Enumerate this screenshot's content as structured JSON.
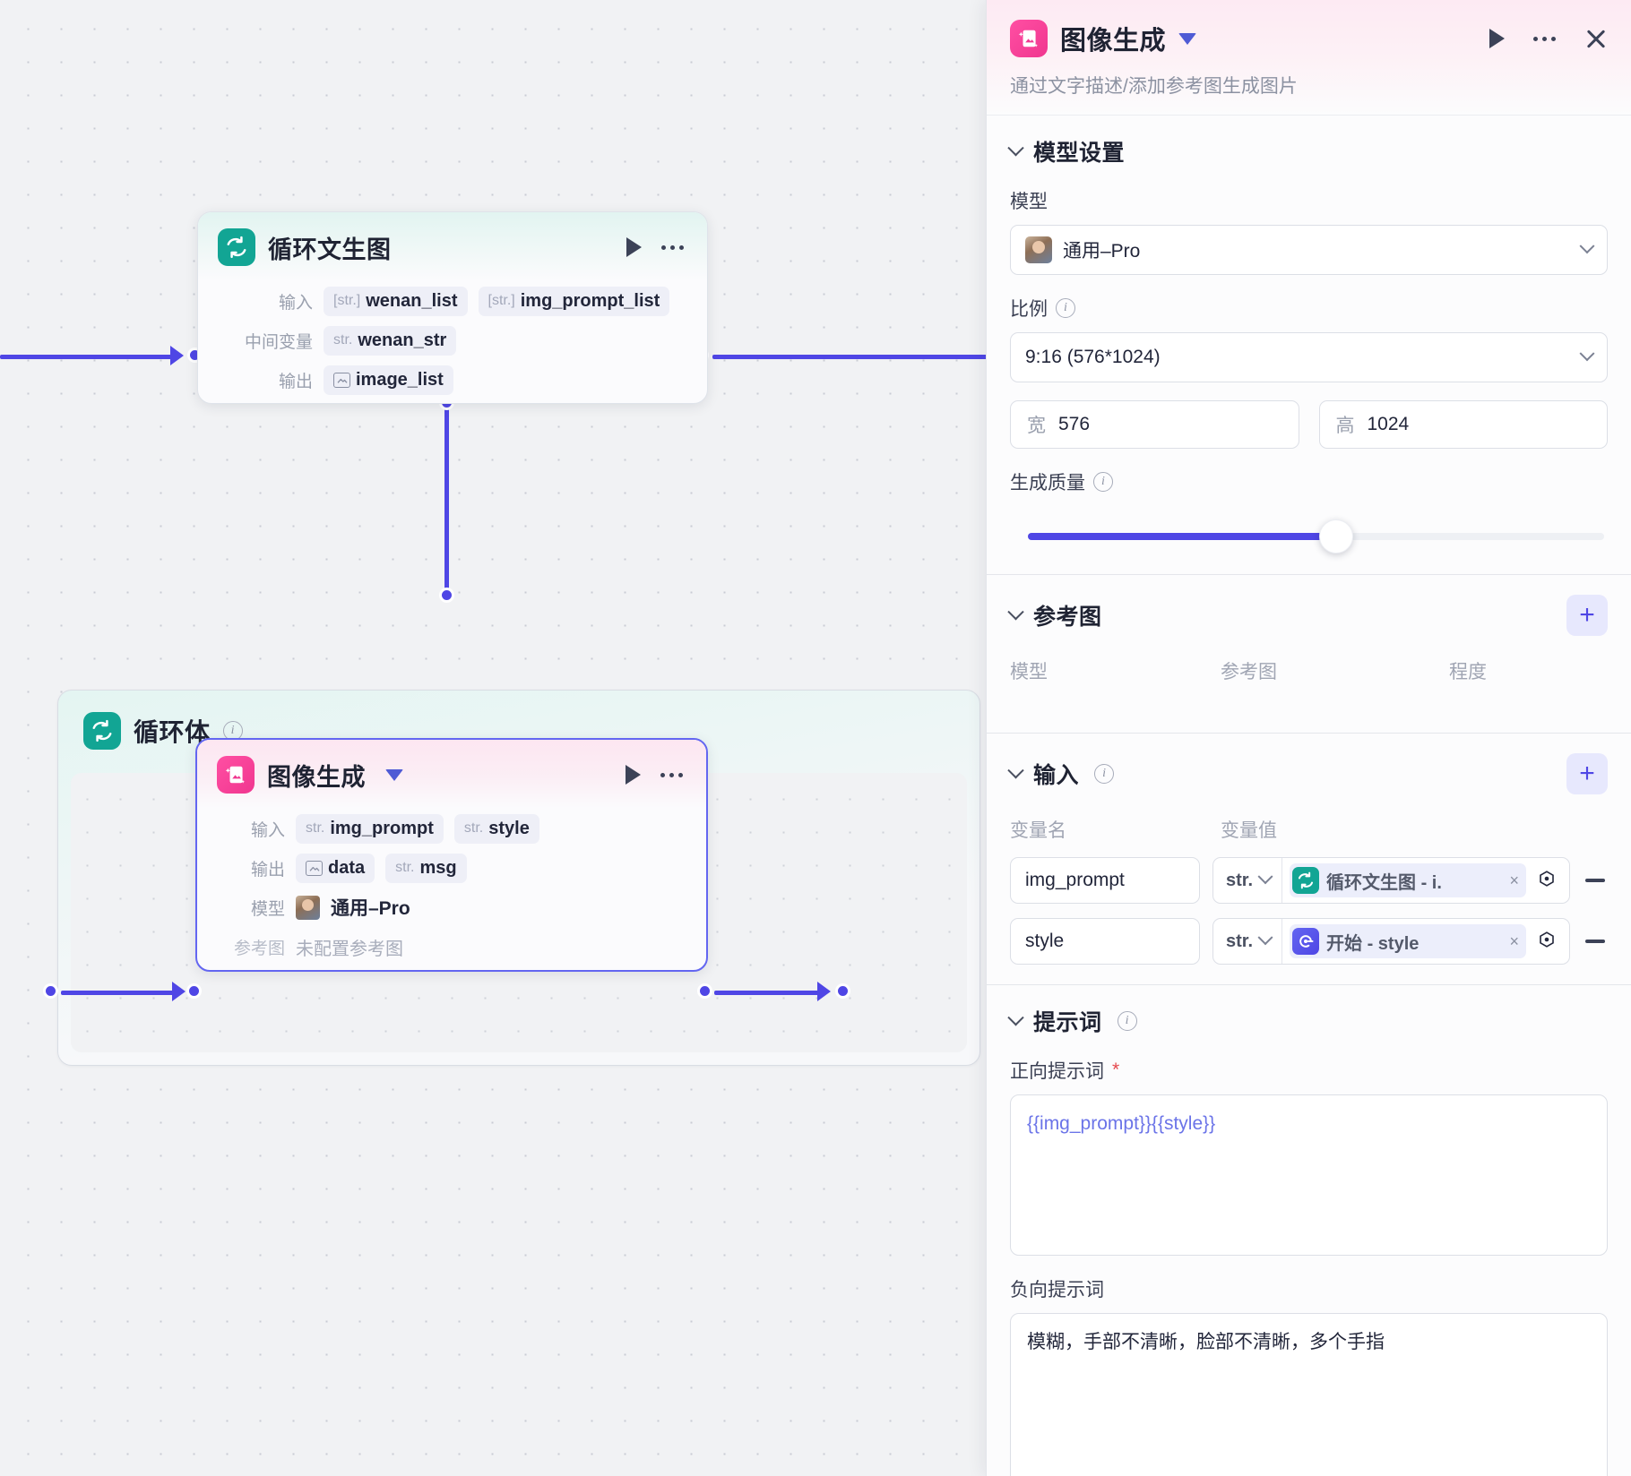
{
  "canvas": {
    "nodes": [
      {
        "id": "loop-text-to-image",
        "title": "循环文生图",
        "icon": "loop-icon",
        "rows": [
          {
            "label": "输入",
            "chips": [
              {
                "type": "[str.]",
                "name": "wenan_list"
              },
              {
                "type": "[str.]",
                "name": "img_prompt_list"
              }
            ]
          },
          {
            "label": "中间变量",
            "chips": [
              {
                "type": "str.",
                "name": "wenan_str"
              }
            ]
          },
          {
            "label": "输出",
            "chips": [
              {
                "type": "image",
                "name": "image_list"
              }
            ]
          }
        ]
      },
      {
        "id": "image-generation",
        "title": "图像生成",
        "icon": "image-generation-icon",
        "rows": [
          {
            "label": "输入",
            "chips": [
              {
                "type": "str.",
                "name": "img_prompt"
              },
              {
                "type": "str.",
                "name": "style"
              }
            ]
          },
          {
            "label": "输出",
            "chips": [
              {
                "type": "image",
                "name": "data"
              },
              {
                "type": "str.",
                "name": "msg"
              }
            ]
          }
        ],
        "model_label": "模型",
        "model_value": "通用–Pro",
        "ref_label": "参考图",
        "ref_value": "未配置参考图"
      }
    ],
    "loop_body": {
      "title": "循环体",
      "icon": "loop-icon"
    }
  },
  "panel": {
    "title": "图像生成",
    "subtitle": "通过文字描述/添加参考图生成图片",
    "actions": {
      "run": "run-icon",
      "more": "more-icon",
      "close": "close-icon"
    },
    "model_settings": {
      "section_title": "模型设置",
      "model_label": "模型",
      "model_value": "通用–Pro",
      "ratio_label": "比例",
      "ratio_value": "9:16 (576*1024)",
      "width_label": "宽",
      "width_value": "576",
      "height_label": "高",
      "height_value": "1024",
      "quality_label": "生成质量",
      "quality_percent": 60
    },
    "reference": {
      "section_title": "参考图",
      "add_label": "+",
      "columns": [
        "模型",
        "参考图",
        "程度"
      ]
    },
    "inputs": {
      "section_title": "输入",
      "add_label": "+",
      "columns": [
        "变量名",
        "变量值"
      ],
      "rows": [
        {
          "name": "img_prompt",
          "type": "str.",
          "source_icon": "loop-icon",
          "source_text": "循环文生图 - i.",
          "clear": "×",
          "ref_icon": "reference-icon",
          "remove": "−"
        },
        {
          "name": "style",
          "type": "str.",
          "source_icon": "start-icon",
          "source_text": "开始 - style",
          "clear": "×",
          "ref_icon": "reference-icon",
          "remove": "−"
        }
      ]
    },
    "prompt": {
      "section_title": "提示词",
      "positive_label": "正向提示词",
      "positive_required": "*",
      "positive_value": "{{img_prompt}}{{style}}",
      "negative_label": "负向提示词",
      "negative_value": "模糊，手部不清晰，脸部不清晰，多个手指"
    }
  },
  "colors": {
    "accent": "#4f46e5",
    "teal": "#12a594",
    "pink": "#f0368f",
    "canvas_bg": "#f1f2f4"
  }
}
